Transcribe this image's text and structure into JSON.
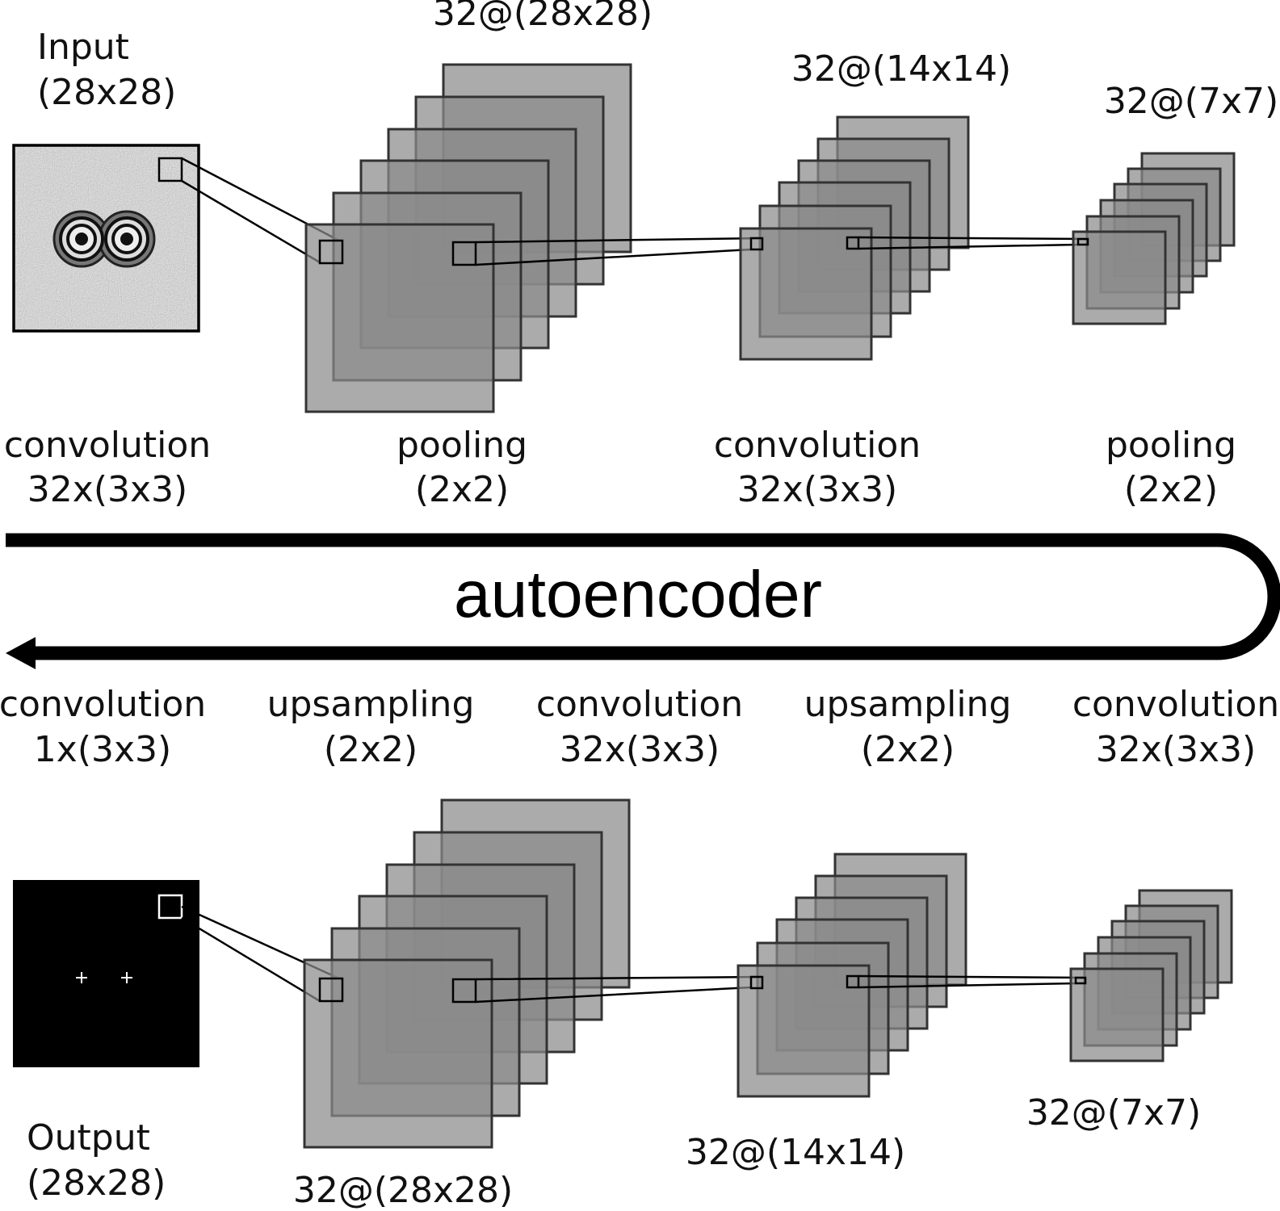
{
  "encoder": {
    "input": {
      "title": "Input",
      "size": "(28x28)"
    },
    "maps": [
      {
        "label": "32@(28x28)"
      },
      {
        "label": "32@(14x14)"
      },
      {
        "label": "32@(7x7)"
      }
    ],
    "operations": [
      {
        "name": "convolution",
        "param": "32x(3x3)"
      },
      {
        "name": "pooling",
        "param": "(2x2)"
      },
      {
        "name": "convolution",
        "param": "32x(3x3)"
      },
      {
        "name": "pooling",
        "param": "(2x2)"
      }
    ]
  },
  "center": {
    "title": "autoencoder"
  },
  "decoder": {
    "operations": [
      {
        "name": "convolution",
        "param": "1x(3x3)"
      },
      {
        "name": "upsampling",
        "param": "(2x2)"
      },
      {
        "name": "convolution",
        "param": "32x(3x3)"
      },
      {
        "name": "upsampling",
        "param": "(2x2)"
      },
      {
        "name": "convolution",
        "param": "32x(3x3)"
      }
    ],
    "maps": [
      {
        "label": "32@(28x28)"
      },
      {
        "label": "32@(14x14)"
      },
      {
        "label": "32@(7x7)"
      }
    ],
    "output": {
      "title": "Output",
      "size": "(28x28)"
    }
  },
  "colors": {
    "stack_fill": "#8a8a8a",
    "input_noise": "#c8c8c8",
    "output_bg": "#000000",
    "arrow": "#000000"
  },
  "icons": {
    "input_image": "noisy-ring-pattern-image",
    "output_image": "black-image-with-two-crosses",
    "arrow": "u-turn-arrow-left"
  }
}
